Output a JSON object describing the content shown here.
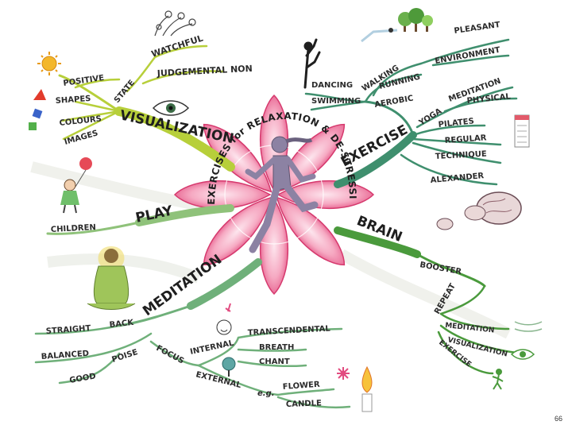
{
  "colors": {
    "visualization": "#b7cf3a",
    "exercise": "#3f8f6e",
    "brain": "#4a9a3c",
    "meditation": "#6fb07a",
    "play": "#8fc27a",
    "petal": "#e85a88",
    "petal_light": "#f7c3d4",
    "runner": "#8a7fa0",
    "ink": "#222222"
  },
  "center": {
    "title": "EXERCISES for RELAXATION & DE-STRESSING"
  },
  "branches": {
    "visualization": {
      "label": "VISUALIZATION",
      "icon": "eye-icon",
      "state": {
        "label": "STATE",
        "items": [
          "POSITIVE",
          "WATCHFUL",
          "JUDGEMENTAL NON"
        ]
      },
      "items": [
        "SHAPES",
        "COLOURS",
        "IMAGES"
      ],
      "icons": [
        "sun-icon",
        "shapes-icon",
        "tree-sprout-icon"
      ]
    },
    "exercise": {
      "label": "EXERCISE",
      "walking": {
        "label": "WALKING",
        "items": [
          "PLEASANT",
          "ENVIRONMENT"
        ]
      },
      "dancing": "DANCING",
      "running": "RUNNING",
      "swimming": "SWIMMING",
      "aerobic": "AEROBIC",
      "yoga": {
        "label": "YOGA",
        "items": [
          "MEDITATION",
          "PHYSICAL"
        ]
      },
      "pilates": "PILATES",
      "regular": "REGULAR",
      "technique": "TECHNIQUE",
      "alexander": "ALEXANDER",
      "icons": [
        "dancer-icon",
        "trees-icon",
        "calendar-icon"
      ]
    },
    "play": {
      "label": "PLAY",
      "children": "CHILDREN",
      "icon": "child-with-balloon-icon"
    },
    "brain": {
      "label": "BRAIN",
      "booster": "BOOSTER",
      "repeat": "REPEAT",
      "items": [
        "MEDITATION",
        "VISUALIZATION",
        "EXERCISE"
      ],
      "icons": [
        "brain-icon",
        "eye-icon",
        "walking-figure-icon"
      ]
    },
    "meditation": {
      "label": "MEDITATION",
      "back": "BACK",
      "straight": "STRAIGHT",
      "poise": "POISE",
      "balanced": "BALANCED",
      "good": "GOOD",
      "focus": "FOCUS",
      "internal": {
        "label": "INTERNAL",
        "items": [
          "TRANSCENDENTAL",
          "BREATH",
          "CHANT"
        ]
      },
      "external": {
        "label": "EXTERNAL",
        "eg": "e.g.",
        "items": [
          "FLOWER",
          "CANDLE"
        ]
      },
      "icons": [
        "buddha-icon",
        "face-icon",
        "globe-icon",
        "flower-icon",
        "candle-icon"
      ]
    }
  },
  "page_number": "66"
}
